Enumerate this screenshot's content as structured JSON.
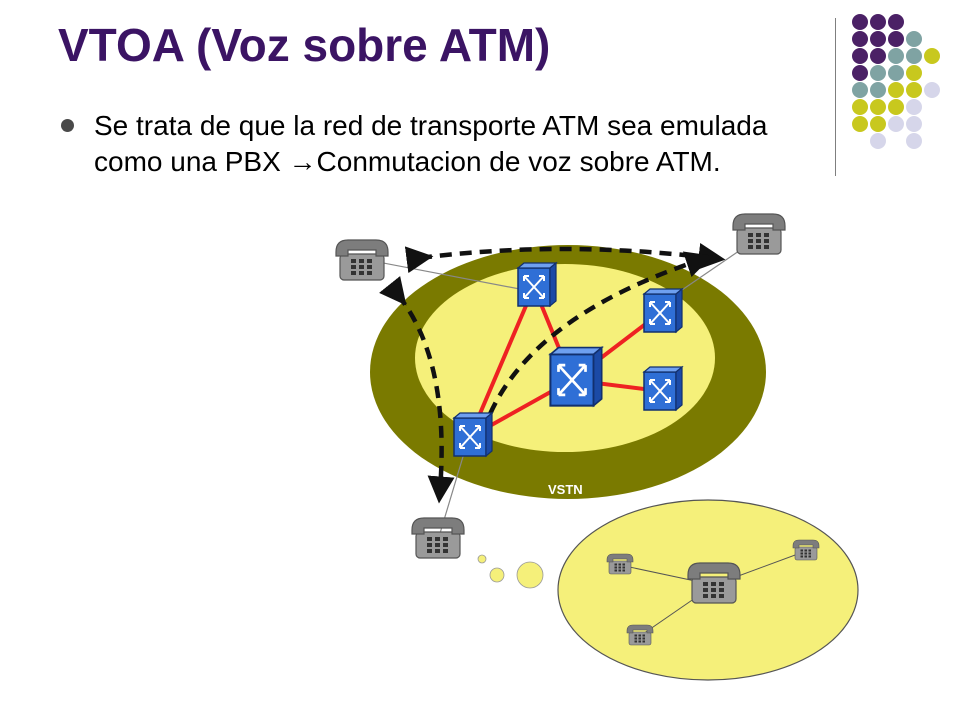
{
  "slide": {
    "title": "VTOA (Voz sobre ATM)",
    "bullets": [
      "Se trata de que la red de transporte ATM sea emulada como una PBX →Conmutacion de voz sobre ATM."
    ]
  },
  "diagram": {
    "ring_label": "VSTN"
  },
  "colors": {
    "title": "#3b1464",
    "bullet": "#4a4a4a",
    "ring": "#7a7a00",
    "inner": "#f5f07a",
    "link": "#ee2222",
    "switch": "#2f6fd6",
    "phone": "#9a9a9a",
    "pbx_fill": "#f5f07a",
    "dot_purple": "#4b2166",
    "dot_teal": "#7fa3a3",
    "dot_lime": "#c8c81e",
    "dot_lavender": "#d6d6ea"
  }
}
